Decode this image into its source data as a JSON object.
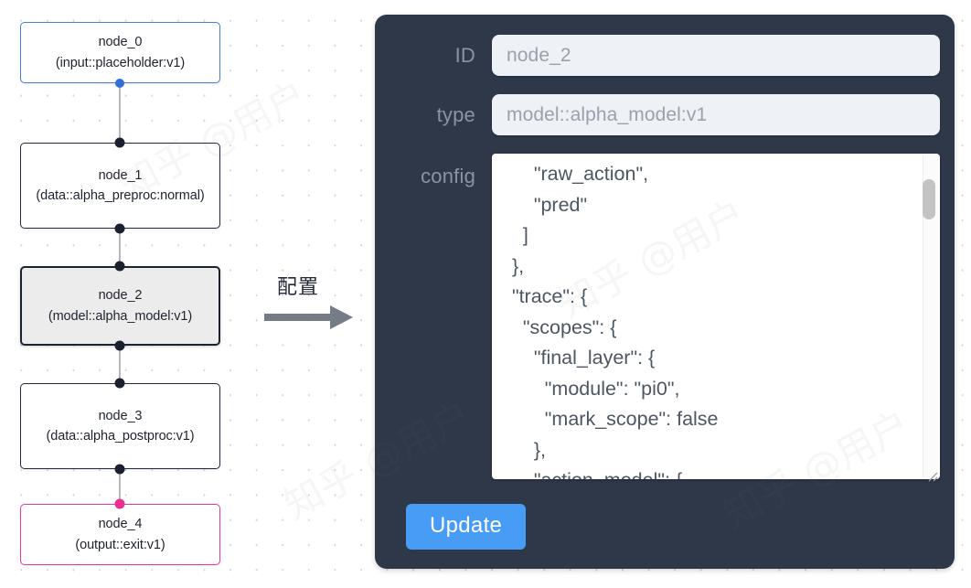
{
  "graph": {
    "nodes": [
      {
        "id": "node_0",
        "title": "node_0",
        "subtitle": "(input::placeholder:v1)",
        "kind": "input",
        "selected": false
      },
      {
        "id": "node_1",
        "title": "node_1",
        "subtitle": "(data::alpha_preproc:normal)",
        "kind": "data",
        "selected": false
      },
      {
        "id": "node_2",
        "title": "node_2",
        "subtitle": "(model::alpha_model:v1)",
        "kind": "model",
        "selected": true
      },
      {
        "id": "node_3",
        "title": "node_3",
        "subtitle": "(data::alpha_postproc:v1)",
        "kind": "data",
        "selected": false
      },
      {
        "id": "node_4",
        "title": "node_4",
        "subtitle": "(output::exit:v1)",
        "kind": "output",
        "selected": false
      }
    ],
    "colors": {
      "input_border": "#4b7ccd",
      "output_border": "#e8389a",
      "default_border": "#23283a",
      "selected_fill": "#ececec",
      "edge": "#b6b6bb",
      "handle": "#1b2030",
      "handle_blue": "#2f6fd6",
      "handle_pink": "#ea2f92"
    }
  },
  "transition": {
    "label": "配置",
    "arrow_icon": "arrow-right-icon",
    "arrow_color": "#757b87"
  },
  "panel": {
    "background": "#2f3849",
    "fields": {
      "id": {
        "label": "ID",
        "value": "node_2"
      },
      "type": {
        "label": "type",
        "value": "model::alpha_model:v1"
      },
      "config": {
        "label": "config",
        "value": "      \"raw_action\",\n      \"pred\"\n    ]\n  },\n  \"trace\": {\n    \"scopes\": {\n      \"final_layer\": {\n        \"module\": \"pi0\",\n        \"mark_scope\": false\n      },\n      \"action_model\": {"
      }
    },
    "update_button": {
      "label": "Update",
      "color": "#479df6"
    }
  },
  "watermark": {
    "text": "知乎 @用户"
  }
}
